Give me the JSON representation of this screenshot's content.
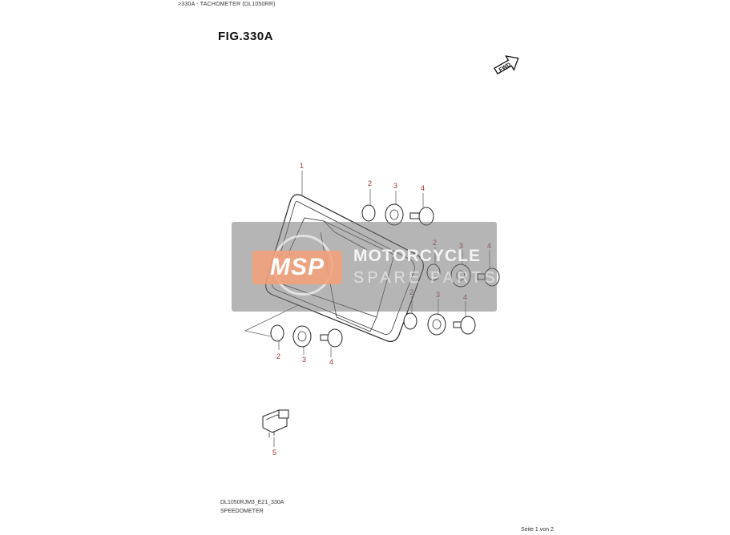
{
  "header": {
    "breadcrumb": ">330A - TACHOMETER (DL1050RR)",
    "figure_title": "FIG.330A",
    "fwd_label": "FWD"
  },
  "callouts": {
    "c1": "1",
    "c2a": "2",
    "c3a": "3",
    "c4a": "4",
    "c2b": "2",
    "c3b": "3",
    "c4b": "4",
    "c2c": "2",
    "c3c": "3",
    "c4c": "4",
    "c2d": "2",
    "c3d": "3",
    "c4d": "4",
    "c5": "5"
  },
  "watermark": {
    "logo": "MSP",
    "line1": "MOTORCYCLE",
    "line2": "SPARE PARTS"
  },
  "footer": {
    "drawing_code": "DL1050RJM3_E21_330A",
    "drawing_name": "SPEEDOMETER",
    "page": "Seite 1 von 2"
  }
}
